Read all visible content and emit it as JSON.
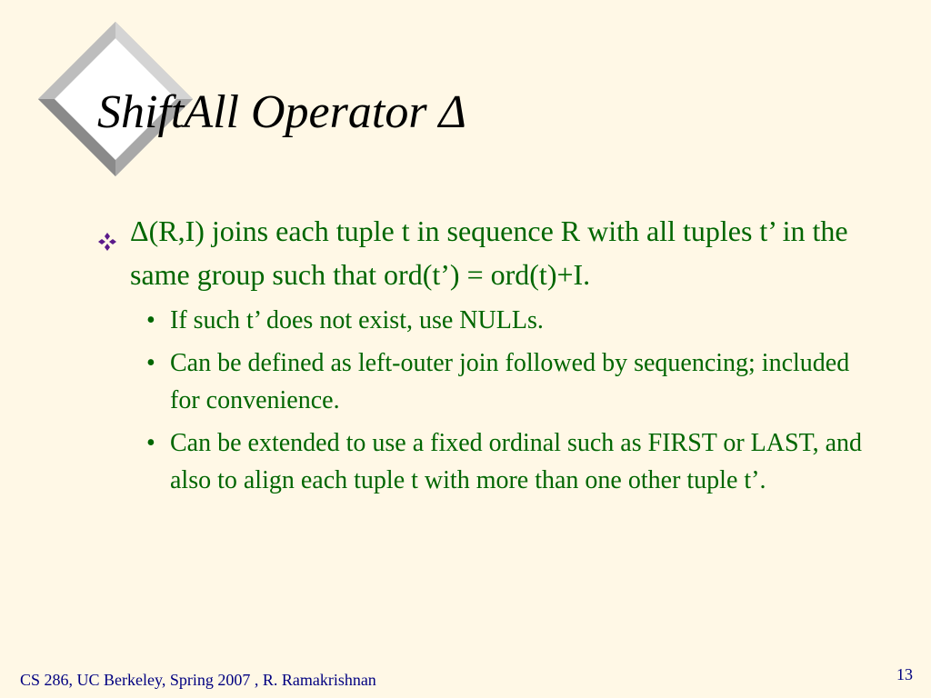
{
  "slide": {
    "title": "ShiftAll Operator Δ",
    "main_bullet": "Δ(R,I) joins each tuple t in sequence R with all tuples t’ in the same group such that ord(t’) = ord(t)+I.",
    "sub_bullets": [
      "If such t’ does not exist, use NULLs.",
      "Can be defined as left-outer join followed by sequencing; included for convenience.",
      "Can be extended to use a fixed ordinal such as FIRST or LAST, and also to align each tuple t with more than one other tuple t’."
    ],
    "footer_left": "CS 286, UC Berkeley, Spring 2007  , R. Ramakrishnan",
    "page_number": "13"
  },
  "colors": {
    "background": "#fff8e6",
    "body_text": "#006600",
    "footer_text": "#000080",
    "title_text": "#000000"
  },
  "icons": {
    "main_bullet_marker": "four-diamond-icon",
    "sub_bullet_marker": "bullet-dot-icon",
    "decoration": "diamond-icon"
  }
}
